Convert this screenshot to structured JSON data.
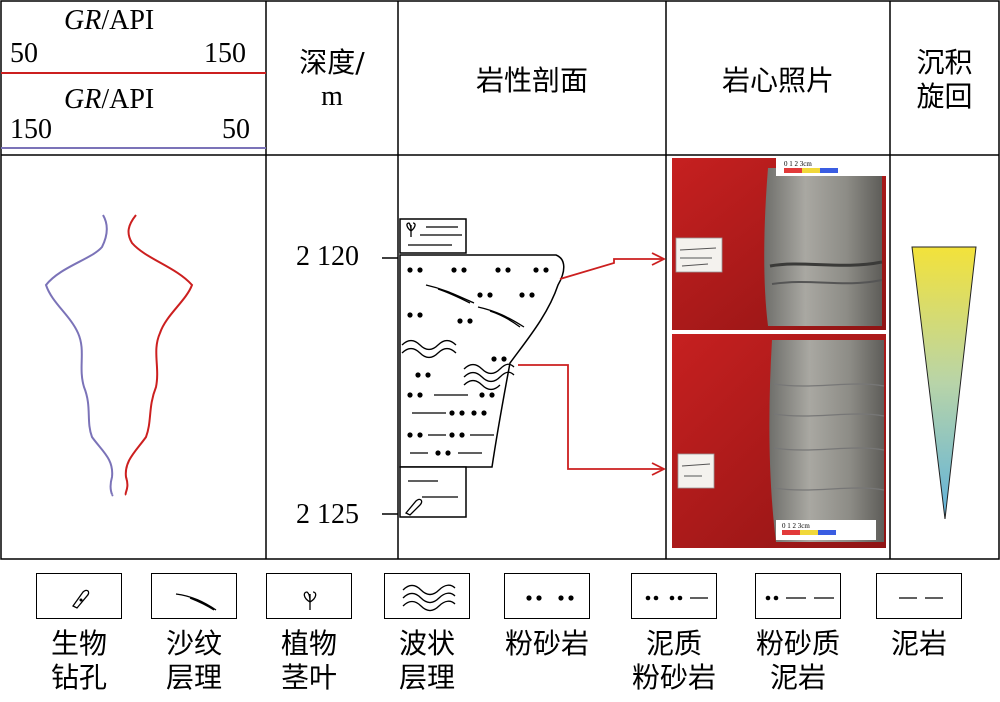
{
  "header": {
    "gr_red": {
      "label_italic": "GR",
      "label_unit": "/API",
      "min": "50",
      "max": "150",
      "color": "#cc1f1f"
    },
    "gr_blue": {
      "label_italic": "GR",
      "label_unit": "/API",
      "min": "150",
      "max": "50",
      "color": "#7b73b8"
    },
    "depth_line1": "深度/",
    "depth_line2": "m",
    "lithology": "岩性剖面",
    "core_photos": "岩心照片",
    "cycle_line1": "沉积",
    "cycle_line2": "旋回"
  },
  "depth_ticks": [
    "2 120",
    "2 125"
  ],
  "photo_labels": {
    "top_scale": "0  1  2   3cm",
    "bottom_scale": "0  1  2   3cm"
  },
  "legend": [
    {
      "line1": "生物",
      "line2": "钻孔",
      "icon": "bioturbation-icon"
    },
    {
      "line1": "沙纹",
      "line2": "层理",
      "icon": "ripple-lamination-icon"
    },
    {
      "line1": "植物",
      "line2": "茎叶",
      "icon": "plant-fragment-icon"
    },
    {
      "line1": "波状",
      "line2": "层理",
      "icon": "wavy-bedding-icon"
    },
    {
      "line1": "粉砂岩",
      "line2": "",
      "icon": "siltstone-icon"
    },
    {
      "line1": "泥质",
      "line2": "粉砂岩",
      "icon": "muddy-siltstone-icon"
    },
    {
      "line1": "粉砂质",
      "line2": "泥岩",
      "icon": "silty-mudstone-icon"
    },
    {
      "line1": "泥岩",
      "line2": "",
      "icon": "mudstone-icon"
    }
  ],
  "colors": {
    "red": "#cc1f1f",
    "blue": "#7b73b8",
    "cycle_top": "#f3e23a",
    "cycle_bottom": "#5fb2dc",
    "photo_bg": "#b41e1e"
  }
}
